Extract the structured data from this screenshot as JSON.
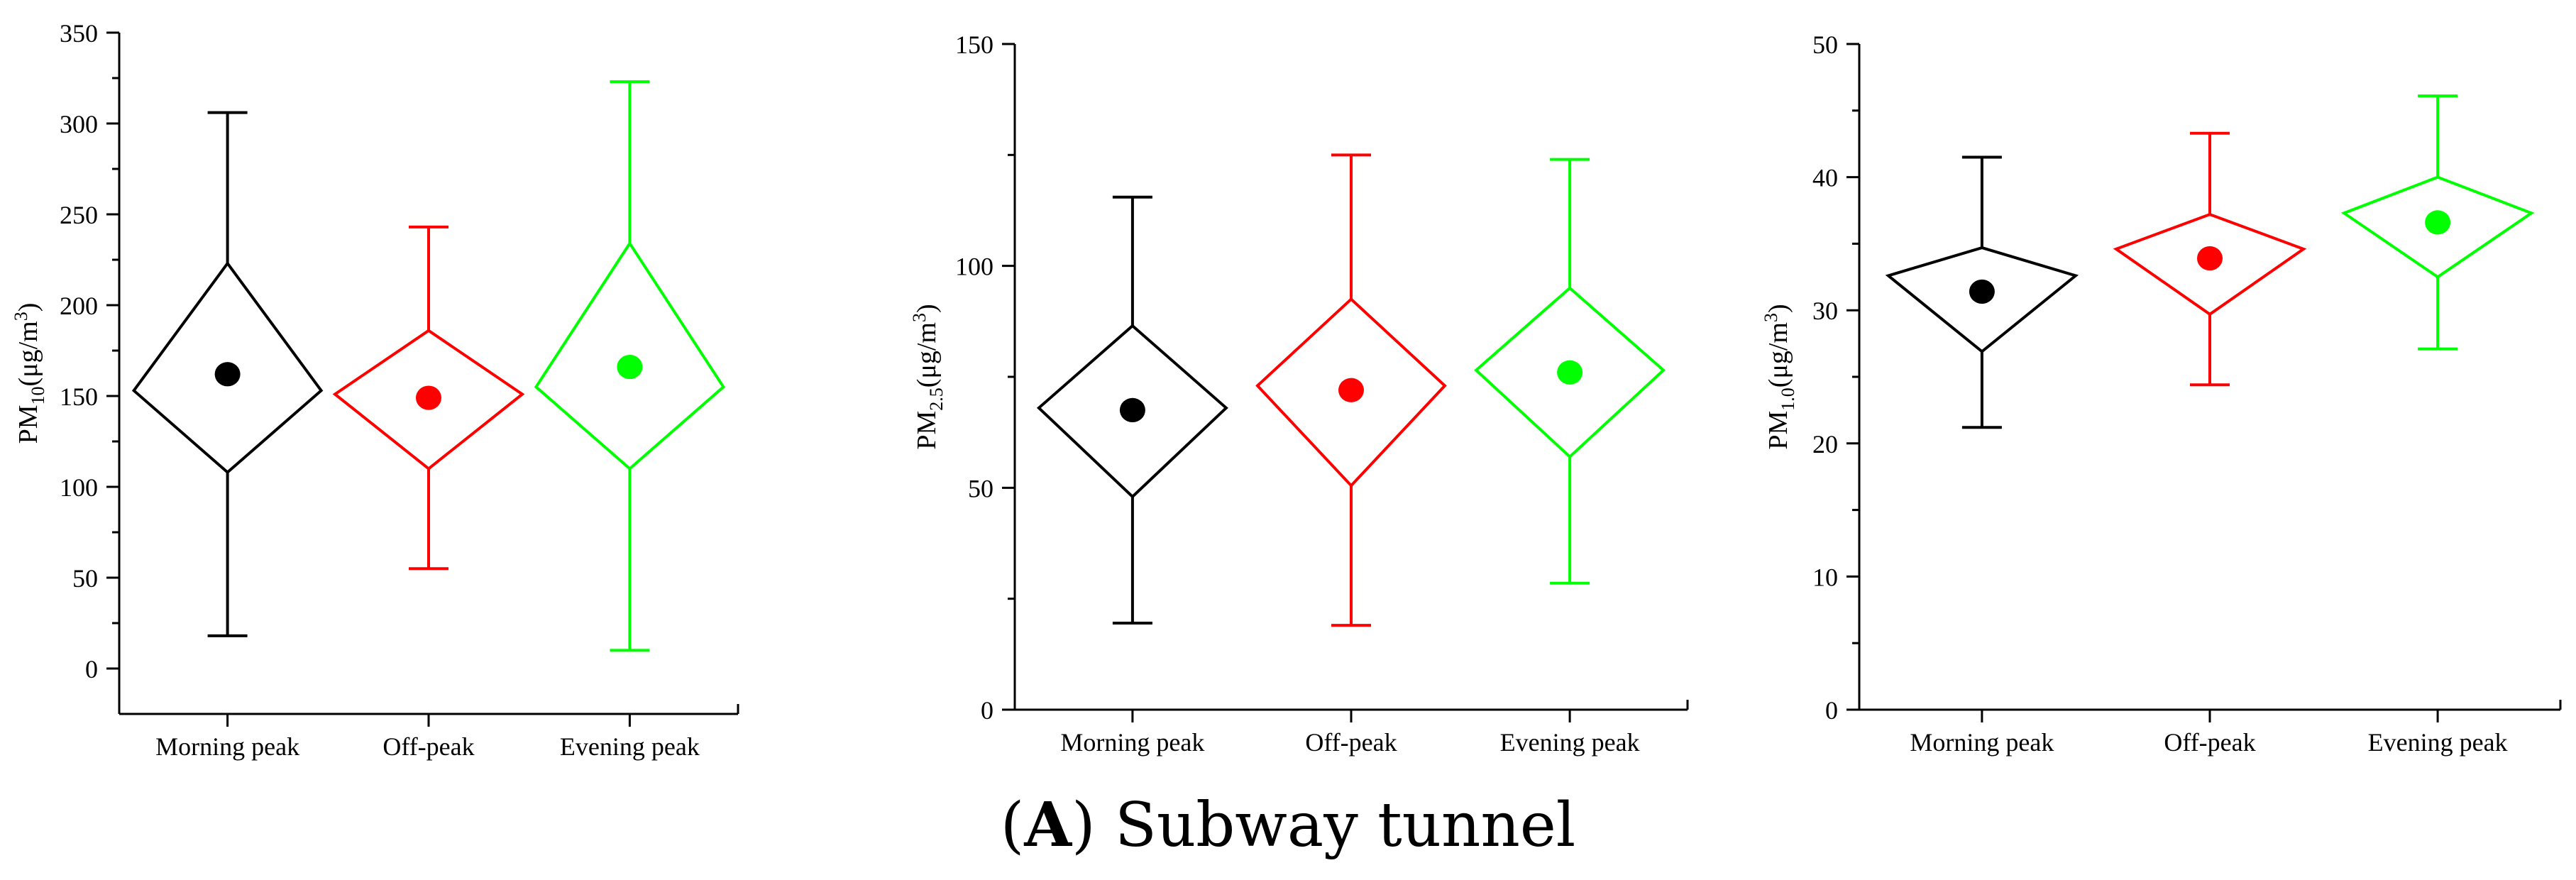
{
  "caption": {
    "open_paren": "(",
    "letter": "A",
    "rest": ") Subway tunnel"
  },
  "colors": {
    "Morning peak": "#000000",
    "Off-peak": "#ff0000",
    "Evening peak": "#00ff00"
  },
  "chart_data": [
    {
      "type": "box",
      "ylabel": {
        "base": "PM",
        "sub": "10",
        "unit_pre": "(μg/m",
        "sup": "3",
        "unit_post": ")"
      },
      "ylim": [
        -25,
        350
      ],
      "yticks": [
        0,
        50,
        100,
        150,
        200,
        250,
        300,
        350
      ],
      "ytick_labels": [
        "0",
        "50",
        "100",
        "150",
        "200",
        "250",
        "300",
        "350"
      ],
      "categories": [
        "Morning peak",
        "Off-peak",
        "Evening peak"
      ],
      "series": [
        {
          "category": "Morning peak",
          "whisker_low": 18,
          "box_low": 108,
          "median": 153,
          "box_high": 223,
          "whisker_high": 306,
          "mean": 162
        },
        {
          "category": "Off-peak",
          "whisker_low": 55,
          "box_low": 110,
          "median": 151,
          "box_high": 186,
          "whisker_high": 243,
          "mean": 149
        },
        {
          "category": "Evening peak",
          "whisker_low": 10,
          "box_low": 110,
          "median": 155,
          "box_high": 234,
          "whisker_high": 323,
          "mean": 166
        }
      ]
    },
    {
      "type": "box",
      "ylabel": {
        "base": "PM",
        "sub": "2.5",
        "unit_pre": "(μg/m",
        "sup": "3",
        "unit_post": ")"
      },
      "ylim": [
        0,
        150
      ],
      "yticks": [
        0,
        50,
        100,
        150
      ],
      "ytick_labels": [
        "0",
        "50",
        "100",
        "150"
      ],
      "categories": [
        "Morning peak",
        "Off-peak",
        "Evening peak"
      ],
      "series": [
        {
          "category": "Morning peak",
          "whisker_low": 19.5,
          "box_low": 48,
          "median": 68,
          "box_high": 86.5,
          "whisker_high": 115.5,
          "mean": 67.5
        },
        {
          "category": "Off-peak",
          "whisker_low": 19,
          "box_low": 50.5,
          "median": 73,
          "box_high": 92.5,
          "whisker_high": 125,
          "mean": 72
        },
        {
          "category": "Evening peak",
          "whisker_low": 28.5,
          "box_low": 57,
          "median": 76.5,
          "box_high": 95,
          "whisker_high": 124,
          "mean": 76
        }
      ]
    },
    {
      "type": "box",
      "ylabel": {
        "base": "PM",
        "sub": "1.0",
        "unit_pre": "(μg/m",
        "sup": "3",
        "unit_post": ")"
      },
      "ylim": [
        0,
        50
      ],
      "yticks": [
        0,
        10,
        20,
        30,
        40,
        50
      ],
      "ytick_labels": [
        "0",
        "10",
        "20",
        "30",
        "40",
        "50"
      ],
      "categories": [
        "Morning peak",
        "Off-peak",
        "Evening peak"
      ],
      "series": [
        {
          "category": "Morning peak",
          "whisker_low": 21.2,
          "box_low": 26.9,
          "median": 32.6,
          "box_high": 34.7,
          "whisker_high": 41.5,
          "mean": 31.4
        },
        {
          "category": "Off-peak",
          "whisker_low": 24.4,
          "box_low": 29.7,
          "median": 34.6,
          "box_high": 37.2,
          "whisker_high": 43.3,
          "mean": 33.9
        },
        {
          "category": "Evening peak",
          "whisker_low": 27.1,
          "box_low": 32.5,
          "median": 37.3,
          "box_high": 40.0,
          "whisker_high": 46.1,
          "mean": 36.6
        }
      ]
    }
  ]
}
